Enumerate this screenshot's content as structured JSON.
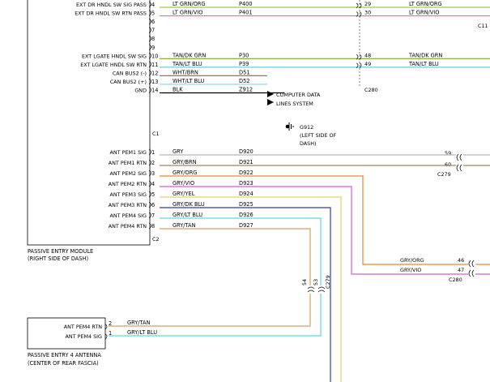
{
  "colors": {
    "lt_grn_org": "#9bcf3c",
    "lt_grn_vio": "#cf6fd0",
    "tan_dk_grn": "#7aa82e",
    "tan_lt_blu": "#5fd0e0",
    "wht_brn": "#b07030",
    "wht_lt_blu": "#7ed8ea",
    "blk": "#000000",
    "gry": "#b8b8b8",
    "gry_brn": "#a8825a",
    "gry_org": "#e08a34",
    "gry_vio": "#d85ad8",
    "gry_yel": "#e6d070",
    "gry_dk_blu": "#2a3fa8",
    "gry_lt_blu": "#5fd8e0",
    "gry_tan": "#d4a15a"
  },
  "module": {
    "name": "PASSIVE ENTRY MODULE",
    "location": "(RIGHT SIDE OF DASH)",
    "c1": "C1",
    "c2": "C2"
  },
  "upper_pins": [
    {
      "num": "4",
      "label": "EXT DR HNDL SW SIG PASS",
      "color_name": "LT GRN/ORG",
      "circuit": "P400",
      "cpin": "29",
      "far_color": "LT GRN/ORG",
      "wire": "lt_grn_org"
    },
    {
      "num": "5",
      "label": "EXT DR HNDL SW RTN PASS",
      "color_name": "LT GRN/VIO",
      "circuit": "P401",
      "cpin": "30",
      "far_color": "LT GRN/VIO",
      "wire": "lt_grn_vio"
    },
    {
      "num": "6",
      "label": ""
    },
    {
      "num": "7",
      "label": ""
    },
    {
      "num": "8",
      "label": ""
    },
    {
      "num": "9",
      "label": ""
    },
    {
      "num": "10",
      "label": "EXT LGATE HNDL SW SIG",
      "color_name": "TAN/DK GRN",
      "circuit": "P30",
      "cpin": "48",
      "far_color": "TAN/DK GRN",
      "wire": "tan_dk_grn"
    },
    {
      "num": "11",
      "label": "EXT LGATE HNDL SW RTN",
      "color_name": "TAN/LT BLU",
      "circuit": "P39",
      "cpin": "49",
      "far_color": "TAN/LT BLU",
      "wire": "tan_lt_blu"
    },
    {
      "num": "12",
      "label": "CAN BUS2 (-)",
      "color_name": "WHT/BRN",
      "circuit": "D51",
      "wire": "wht_brn"
    },
    {
      "num": "13",
      "label": "CAN BUS2 (+)",
      "color_name": "WHT/LT BLU",
      "circuit": "D52",
      "wire": "wht_lt_blu"
    },
    {
      "num": "14",
      "label": "GND",
      "color_name": "BLK",
      "circuit": "Z912",
      "wire": "blk"
    }
  ],
  "c11_label": "C11",
  "c280_label": "C280",
  "computer_data": [
    "COMPUTER DATA",
    "LINES SYSTEM"
  ],
  "ground": {
    "id": "G912",
    "loc1": "(LEFT SIDE OF",
    "loc2": "DASH)"
  },
  "lower_pins": [
    {
      "num": "1",
      "label": "ANT PEM1 SIG",
      "color_name": "GRY",
      "circuit": "D920",
      "wire": "gry"
    },
    {
      "num": "2",
      "label": "ANT PEM1 RTN",
      "color_name": "GRY/BRN",
      "circuit": "D921",
      "wire": "gry_brn"
    },
    {
      "num": "3",
      "label": "ANT PEM2 SIG",
      "color_name": "GRY/ORG",
      "circuit": "D922",
      "wire": "gry_org"
    },
    {
      "num": "4",
      "label": "ANT PEM2 RTN",
      "color_name": "GRY/VIO",
      "circuit": "D923",
      "wire": "gry_vio"
    },
    {
      "num": "5",
      "label": "ANT PEM3 SIG",
      "color_name": "GRY/YEL",
      "circuit": "D924",
      "wire": "gry_yel"
    },
    {
      "num": "6",
      "label": "ANT PEM3 RTN",
      "color_name": "GRY/DK BLU",
      "circuit": "D925",
      "wire": "gry_dk_blu"
    },
    {
      "num": "7",
      "label": "ANT PEM4 SIG",
      "color_name": "GRY/LT BLU",
      "circuit": "D926",
      "wire": "gry_lt_blu"
    },
    {
      "num": "8",
      "label": "ANT PEM4 RTN",
      "color_name": "GRY/TAN",
      "circuit": "D927",
      "wire": "gry_tan"
    }
  ],
  "c279": {
    "label": "C279",
    "pins": [
      "59",
      "60"
    ]
  },
  "c280b": {
    "label": "C280",
    "pins": [
      "46",
      "47"
    ],
    "colors": [
      "GRY/ORG",
      "GRY/VIO"
    ]
  },
  "c279_vertical": {
    "label": "C279",
    "pins": [
      "54",
      "53"
    ]
  },
  "antenna": {
    "name": "PASSIVE ENTRY 4 ANTENNA",
    "location": "(CENTER OF REAR FASCIA)",
    "pins": [
      {
        "num": "2",
        "label": "ANT PEM4 RTN",
        "color_name": "GRY/TAN"
      },
      {
        "num": "1",
        "label": "ANT PEM4 SIG",
        "color_name": "GRY/LT BLU"
      }
    ]
  }
}
